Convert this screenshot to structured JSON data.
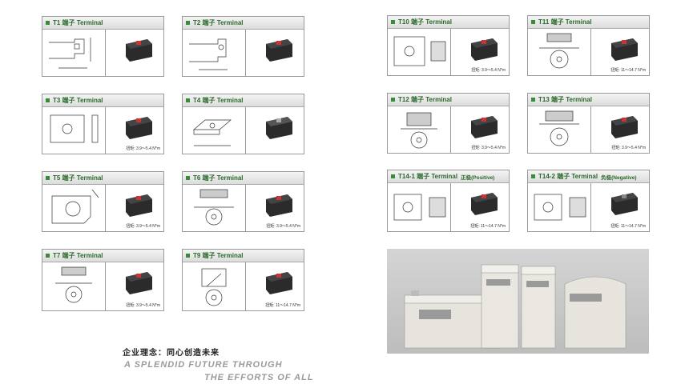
{
  "terminals": [
    {
      "id": "t1",
      "label": "T1 端子 Terminal",
      "polarity": "",
      "torque": ""
    },
    {
      "id": "t2",
      "label": "T2 端子 Terminal",
      "polarity": "",
      "torque": ""
    },
    {
      "id": "t3",
      "label": "T3 端子 Terminal",
      "polarity": "",
      "torque": "扭矩: 3.9～5.4 N*m"
    },
    {
      "id": "t4",
      "label": "T4 端子 Terminal",
      "polarity": "",
      "torque": ""
    },
    {
      "id": "t5",
      "label": "T5 端子 Terminal",
      "polarity": "",
      "torque": "扭矩: 3.9～5.4 N*m"
    },
    {
      "id": "t6",
      "label": "T6 端子 Terminal",
      "polarity": "",
      "torque": "扭矩: 3.9～5.4 N*m"
    },
    {
      "id": "t7",
      "label": "T7 端子 Terminal",
      "polarity": "",
      "torque": "扭矩: 3.9～5.4 N*m"
    },
    {
      "id": "t9",
      "label": "T9 端子 Terminal",
      "polarity": "",
      "torque": "扭矩: 11～14.7 N*m"
    },
    {
      "id": "t10",
      "label": "T10 端子 Terminal",
      "polarity": "",
      "torque": "扭矩: 3.9～5.4 N*m"
    },
    {
      "id": "t11",
      "label": "T11 端子 Terminal",
      "polarity": "",
      "torque": "扭矩: 11～14.7 N*m"
    },
    {
      "id": "t12",
      "label": "T12 端子 Terminal",
      "polarity": "",
      "torque": "扭矩: 3.9～5.4 N*m"
    },
    {
      "id": "t13",
      "label": "T13 端子 Terminal",
      "polarity": "",
      "torque": "扭矩: 3.9～5.4 N*m"
    },
    {
      "id": "t14_1",
      "label": "T14-1 端子 Terminal",
      "polarity": "正极(Positive)",
      "torque": "扭矩: 11～14.7 N*m"
    },
    {
      "id": "t14_2",
      "label": "T14-2 端子 Terminal",
      "polarity": "负极(Negative)",
      "torque": "扭矩: 11～14.7 N*m"
    }
  ],
  "motto": {
    "cn": "企业理念：同心创造未来",
    "en_line1": "A SPLENDID FUTURE THROUGH",
    "en_line2": "THE EFFORTS OF ALL"
  },
  "colors": {
    "header_text": "#2a6a2a",
    "border": "#9a9a9a",
    "motto_en": "#9a9a9a"
  }
}
